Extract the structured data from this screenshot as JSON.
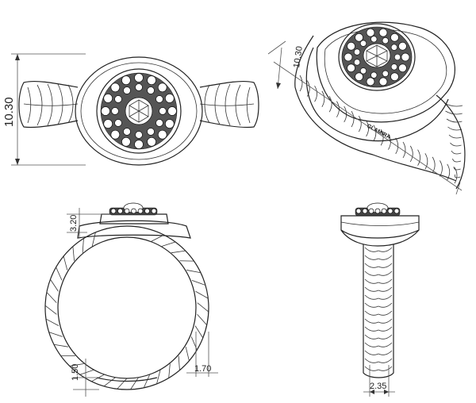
{
  "dimensions": {
    "front_height": "10.30",
    "iso_height": "10.30",
    "side_top": "3.20",
    "side_bottom": "1.50",
    "side_width": "1.70",
    "end_width": "2.35"
  },
  "engraving": "GLAMIRA"
}
